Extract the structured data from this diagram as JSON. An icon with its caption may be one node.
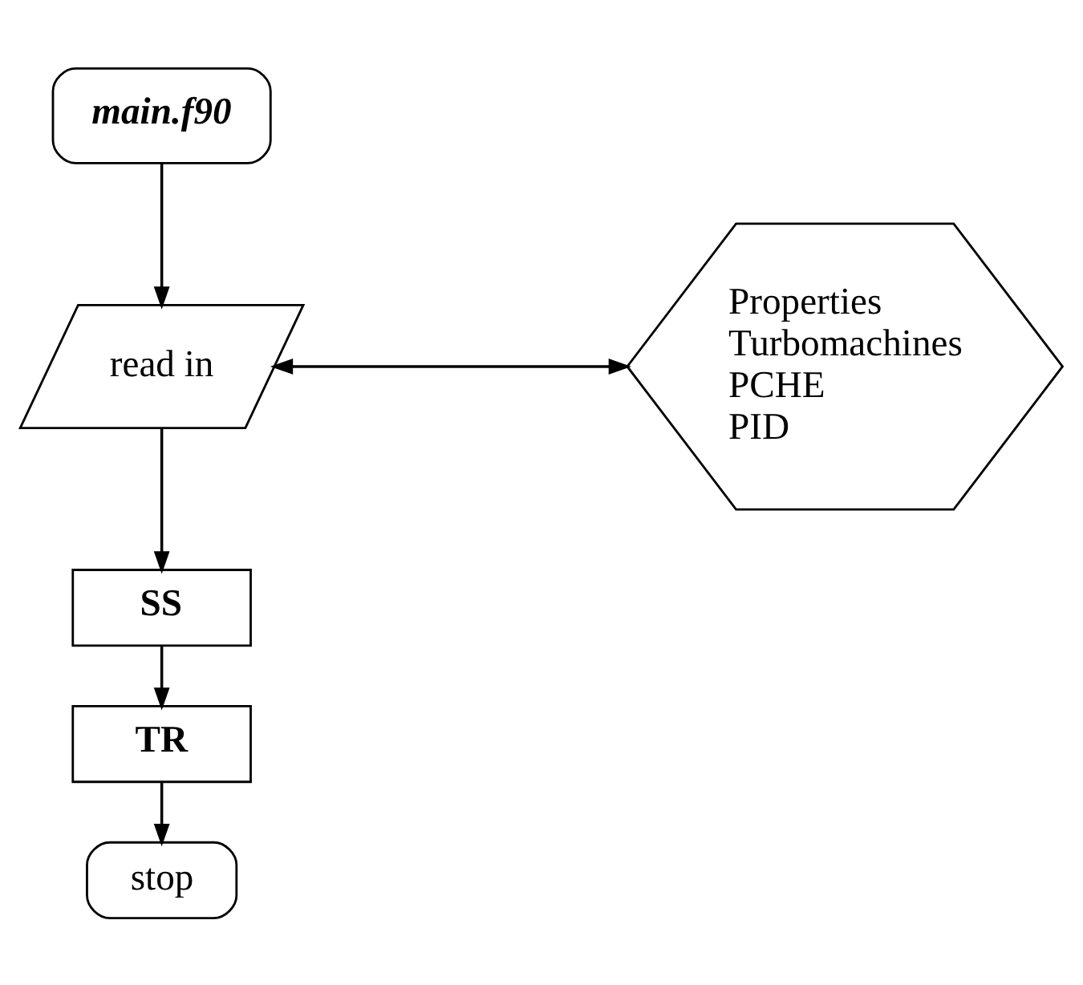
{
  "diagram": {
    "nodes": [
      {
        "text": [
          "main.f90"
        ]
      },
      {
        "text": [
          "read in"
        ]
      },
      {
        "text": [
          "Properties",
          "Turbomachines",
          "PCHE",
          "PID"
        ]
      },
      {
        "text": [
          "SS"
        ]
      },
      {
        "text": [
          "TR"
        ]
      },
      {
        "text": [
          "stop"
        ]
      }
    ],
    "edges": [
      {
        "from": 0,
        "to": 1,
        "arrow": "to"
      },
      {
        "from": 1,
        "to": 2,
        "arrow": "both"
      },
      {
        "from": 1,
        "to": 3,
        "arrow": "to"
      },
      {
        "from": 3,
        "to": 4,
        "arrow": "to"
      },
      {
        "from": 4,
        "to": 5,
        "arrow": "to"
      }
    ]
  }
}
